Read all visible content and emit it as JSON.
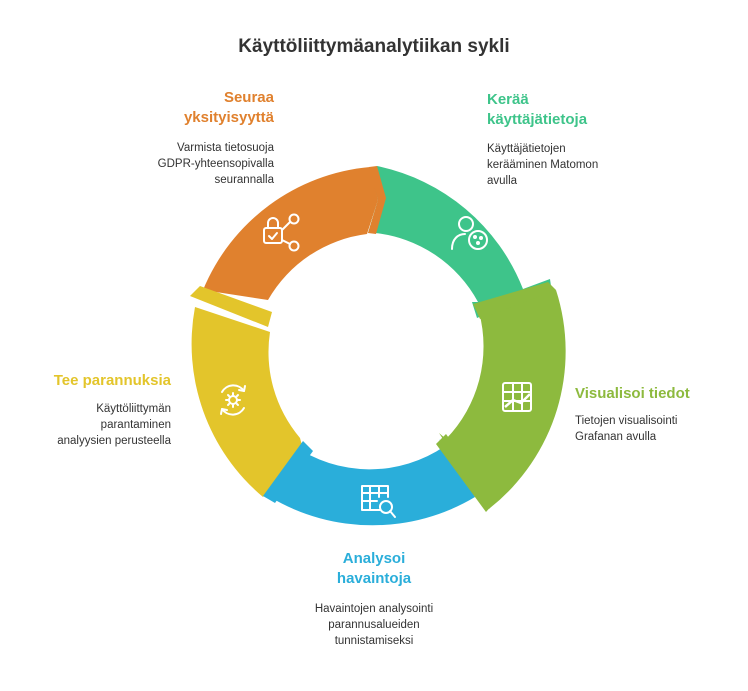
{
  "title": "Käyttöliittymäanalytiikan sykli",
  "colors": {
    "orange": "#E0812E",
    "green": "#3EC48A",
    "lime": "#8DBA3E",
    "blue": "#2AAEDA",
    "yellow": "#E3C52B",
    "text": "#333333"
  },
  "stages": [
    {
      "title": "Kerää\nkäyttäjätietoja",
      "description": "Käyttäjätietojen\nkerääminen Matomon\navulla",
      "icon": "user-data-icon",
      "color": "#3EC48A"
    },
    {
      "title": "Visualisoi tiedot",
      "description": "Tietojen visualisointi\nGrafanan avulla",
      "icon": "chart-icon",
      "color": "#8DBA3E"
    },
    {
      "title": "Analysoi\nhavaintoja",
      "description": "Havaintojen analysointi\nparannusalueiden\ntunnistamiseksi",
      "icon": "table-search-icon",
      "color": "#2AAEDA"
    },
    {
      "title": "Tee parannuksia",
      "description": "Käyttöliittymän\nparantaminen\nanalyysien perusteella",
      "icon": "gear-cycle-icon",
      "color": "#E3C52B"
    },
    {
      "title": "Seuraa\nyksityisyyttä",
      "description": "Varmista tietosuoja\nGDPR-yhteensopivalla\nseurannalla",
      "icon": "lock-share-icon",
      "color": "#E0812E"
    }
  ]
}
